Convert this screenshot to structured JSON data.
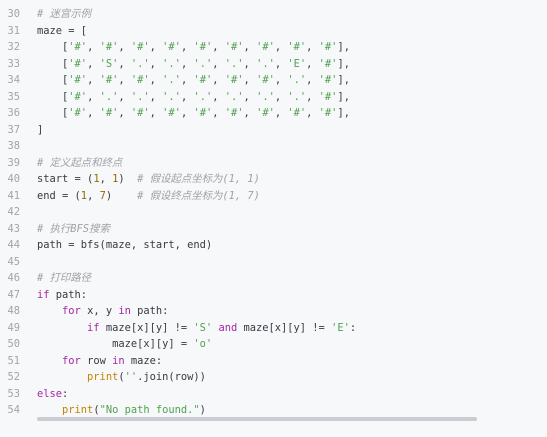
{
  "editor": {
    "lines": [
      {
        "no": "30",
        "tokens": [
          {
            "t": "# 迷宫示例",
            "c": "comment"
          }
        ]
      },
      {
        "no": "31",
        "tokens": [
          {
            "t": "maze = [",
            "c": "plain"
          }
        ]
      },
      {
        "no": "32",
        "tokens": [
          {
            "t": "    [",
            "c": "plain"
          },
          {
            "t": "'#'",
            "c": "str"
          },
          {
            "t": ", ",
            "c": "plain"
          },
          {
            "t": "'#'",
            "c": "str"
          },
          {
            "t": ", ",
            "c": "plain"
          },
          {
            "t": "'#'",
            "c": "str"
          },
          {
            "t": ", ",
            "c": "plain"
          },
          {
            "t": "'#'",
            "c": "str"
          },
          {
            "t": ", ",
            "c": "plain"
          },
          {
            "t": "'#'",
            "c": "str"
          },
          {
            "t": ", ",
            "c": "plain"
          },
          {
            "t": "'#'",
            "c": "str"
          },
          {
            "t": ", ",
            "c": "plain"
          },
          {
            "t": "'#'",
            "c": "str"
          },
          {
            "t": ", ",
            "c": "plain"
          },
          {
            "t": "'#'",
            "c": "str"
          },
          {
            "t": ", ",
            "c": "plain"
          },
          {
            "t": "'#'",
            "c": "str"
          },
          {
            "t": "],",
            "c": "plain"
          }
        ]
      },
      {
        "no": "33",
        "tokens": [
          {
            "t": "    [",
            "c": "plain"
          },
          {
            "t": "'#'",
            "c": "str"
          },
          {
            "t": ", ",
            "c": "plain"
          },
          {
            "t": "'S'",
            "c": "str"
          },
          {
            "t": ", ",
            "c": "plain"
          },
          {
            "t": "'.'",
            "c": "str"
          },
          {
            "t": ", ",
            "c": "plain"
          },
          {
            "t": "'.'",
            "c": "str"
          },
          {
            "t": ", ",
            "c": "plain"
          },
          {
            "t": "'.'",
            "c": "str"
          },
          {
            "t": ", ",
            "c": "plain"
          },
          {
            "t": "'.'",
            "c": "str"
          },
          {
            "t": ", ",
            "c": "plain"
          },
          {
            "t": "'.'",
            "c": "str"
          },
          {
            "t": ", ",
            "c": "plain"
          },
          {
            "t": "'E'",
            "c": "str"
          },
          {
            "t": ", ",
            "c": "plain"
          },
          {
            "t": "'#'",
            "c": "str"
          },
          {
            "t": "],",
            "c": "plain"
          }
        ]
      },
      {
        "no": "34",
        "tokens": [
          {
            "t": "    [",
            "c": "plain"
          },
          {
            "t": "'#'",
            "c": "str"
          },
          {
            "t": ", ",
            "c": "plain"
          },
          {
            "t": "'#'",
            "c": "str"
          },
          {
            "t": ", ",
            "c": "plain"
          },
          {
            "t": "'#'",
            "c": "str"
          },
          {
            "t": ", ",
            "c": "plain"
          },
          {
            "t": "'.'",
            "c": "str"
          },
          {
            "t": ", ",
            "c": "plain"
          },
          {
            "t": "'#'",
            "c": "str"
          },
          {
            "t": ", ",
            "c": "plain"
          },
          {
            "t": "'#'",
            "c": "str"
          },
          {
            "t": ", ",
            "c": "plain"
          },
          {
            "t": "'#'",
            "c": "str"
          },
          {
            "t": ", ",
            "c": "plain"
          },
          {
            "t": "'.'",
            "c": "str"
          },
          {
            "t": ", ",
            "c": "plain"
          },
          {
            "t": "'#'",
            "c": "str"
          },
          {
            "t": "],",
            "c": "plain"
          }
        ]
      },
      {
        "no": "35",
        "tokens": [
          {
            "t": "    [",
            "c": "plain"
          },
          {
            "t": "'#'",
            "c": "str"
          },
          {
            "t": ", ",
            "c": "plain"
          },
          {
            "t": "'.'",
            "c": "str"
          },
          {
            "t": ", ",
            "c": "plain"
          },
          {
            "t": "'.'",
            "c": "str"
          },
          {
            "t": ", ",
            "c": "plain"
          },
          {
            "t": "'.'",
            "c": "str"
          },
          {
            "t": ", ",
            "c": "plain"
          },
          {
            "t": "'.'",
            "c": "str"
          },
          {
            "t": ", ",
            "c": "plain"
          },
          {
            "t": "'.'",
            "c": "str"
          },
          {
            "t": ", ",
            "c": "plain"
          },
          {
            "t": "'.'",
            "c": "str"
          },
          {
            "t": ", ",
            "c": "plain"
          },
          {
            "t": "'.'",
            "c": "str"
          },
          {
            "t": ", ",
            "c": "plain"
          },
          {
            "t": "'#'",
            "c": "str"
          },
          {
            "t": "],",
            "c": "plain"
          }
        ]
      },
      {
        "no": "36",
        "tokens": [
          {
            "t": "    [",
            "c": "plain"
          },
          {
            "t": "'#'",
            "c": "str"
          },
          {
            "t": ", ",
            "c": "plain"
          },
          {
            "t": "'#'",
            "c": "str"
          },
          {
            "t": ", ",
            "c": "plain"
          },
          {
            "t": "'#'",
            "c": "str"
          },
          {
            "t": ", ",
            "c": "plain"
          },
          {
            "t": "'#'",
            "c": "str"
          },
          {
            "t": ", ",
            "c": "plain"
          },
          {
            "t": "'#'",
            "c": "str"
          },
          {
            "t": ", ",
            "c": "plain"
          },
          {
            "t": "'#'",
            "c": "str"
          },
          {
            "t": ", ",
            "c": "plain"
          },
          {
            "t": "'#'",
            "c": "str"
          },
          {
            "t": ", ",
            "c": "plain"
          },
          {
            "t": "'#'",
            "c": "str"
          },
          {
            "t": ", ",
            "c": "plain"
          },
          {
            "t": "'#'",
            "c": "str"
          },
          {
            "t": "],",
            "c": "plain"
          }
        ]
      },
      {
        "no": "37",
        "tokens": [
          {
            "t": "]",
            "c": "plain"
          }
        ]
      },
      {
        "no": "38",
        "tokens": []
      },
      {
        "no": "39",
        "tokens": [
          {
            "t": "# 定义起点和终点",
            "c": "comment"
          }
        ]
      },
      {
        "no": "40",
        "tokens": [
          {
            "t": "start = (",
            "c": "plain"
          },
          {
            "t": "1",
            "c": "num"
          },
          {
            "t": ", ",
            "c": "plain"
          },
          {
            "t": "1",
            "c": "num"
          },
          {
            "t": ")  ",
            "c": "plain"
          },
          {
            "t": "# 假设起点坐标为(1, 1)",
            "c": "comment"
          }
        ]
      },
      {
        "no": "41",
        "tokens": [
          {
            "t": "end = (",
            "c": "plain"
          },
          {
            "t": "1",
            "c": "num"
          },
          {
            "t": ", ",
            "c": "plain"
          },
          {
            "t": "7",
            "c": "num"
          },
          {
            "t": ")    ",
            "c": "plain"
          },
          {
            "t": "# 假设终点坐标为(1, 7)",
            "c": "comment"
          }
        ]
      },
      {
        "no": "42",
        "tokens": []
      },
      {
        "no": "43",
        "tokens": [
          {
            "t": "# 执行BFS搜索",
            "c": "comment"
          }
        ]
      },
      {
        "no": "44",
        "tokens": [
          {
            "t": "path = bfs(maze, start, end)",
            "c": "plain"
          }
        ]
      },
      {
        "no": "45",
        "tokens": []
      },
      {
        "no": "46",
        "tokens": [
          {
            "t": "# 打印路径",
            "c": "comment"
          }
        ]
      },
      {
        "no": "47",
        "tokens": [
          {
            "t": "if",
            "c": "kw"
          },
          {
            "t": " path:",
            "c": "plain"
          }
        ]
      },
      {
        "no": "48",
        "tokens": [
          {
            "t": "    ",
            "c": "plain"
          },
          {
            "t": "for",
            "c": "kw"
          },
          {
            "t": " x, y ",
            "c": "plain"
          },
          {
            "t": "in",
            "c": "kw"
          },
          {
            "t": " path:",
            "c": "plain"
          }
        ]
      },
      {
        "no": "49",
        "tokens": [
          {
            "t": "        ",
            "c": "plain"
          },
          {
            "t": "if",
            "c": "kw"
          },
          {
            "t": " maze[x][y] != ",
            "c": "plain"
          },
          {
            "t": "'S'",
            "c": "str"
          },
          {
            "t": " ",
            "c": "plain"
          },
          {
            "t": "and",
            "c": "kw"
          },
          {
            "t": " maze[x][y] != ",
            "c": "plain"
          },
          {
            "t": "'E'",
            "c": "str"
          },
          {
            "t": ":",
            "c": "plain"
          }
        ]
      },
      {
        "no": "50",
        "tokens": [
          {
            "t": "            maze[x][y] = ",
            "c": "plain"
          },
          {
            "t": "'o'",
            "c": "str"
          }
        ]
      },
      {
        "no": "51",
        "tokens": [
          {
            "t": "    ",
            "c": "plain"
          },
          {
            "t": "for",
            "c": "kw"
          },
          {
            "t": " row ",
            "c": "plain"
          },
          {
            "t": "in",
            "c": "kw"
          },
          {
            "t": " maze:",
            "c": "plain"
          }
        ]
      },
      {
        "no": "52",
        "tokens": [
          {
            "t": "        ",
            "c": "plain"
          },
          {
            "t": "print",
            "c": "fn"
          },
          {
            "t": "(",
            "c": "plain"
          },
          {
            "t": "''",
            "c": "str"
          },
          {
            "t": ".join(row))",
            "c": "plain"
          }
        ]
      },
      {
        "no": "53",
        "tokens": [
          {
            "t": "else",
            "c": "kw"
          },
          {
            "t": ":",
            "c": "plain"
          }
        ]
      },
      {
        "no": "54",
        "tokens": [
          {
            "t": "    ",
            "c": "plain"
          },
          {
            "t": "print",
            "c": "fn"
          },
          {
            "t": "(",
            "c": "plain"
          },
          {
            "t": "\"No path found.\"",
            "c": "str"
          },
          {
            "t": ")",
            "c": "plain"
          }
        ]
      }
    ]
  },
  "scrollbar": {
    "position_fraction": 0.0,
    "visible_fraction": 1.0
  },
  "colors": {
    "background": "#f7f8fa",
    "comment": "#a0a1a7",
    "string": "#50a14f",
    "keyword": "#a626a4",
    "number": "#986801",
    "function": "#c18401",
    "plain": "#383a42",
    "line_number": "#a0a4ab"
  }
}
